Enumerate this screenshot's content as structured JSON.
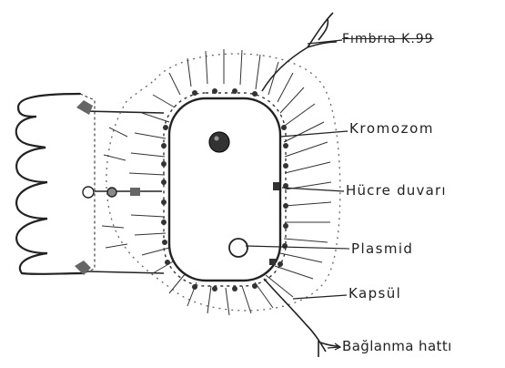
{
  "labels": {
    "fimbria": "Fımbrıa K.99",
    "kromozom": "Kromozom",
    "hucre_duvari": "Hücre duvarı",
    "plasmid": "Plasmid",
    "kapsul": "Kapsül",
    "baglanma_hatti": "Bağlanma hattı"
  },
  "colors": {
    "ink": "#222222",
    "stipple": "#666666",
    "background": "#ffffff"
  }
}
